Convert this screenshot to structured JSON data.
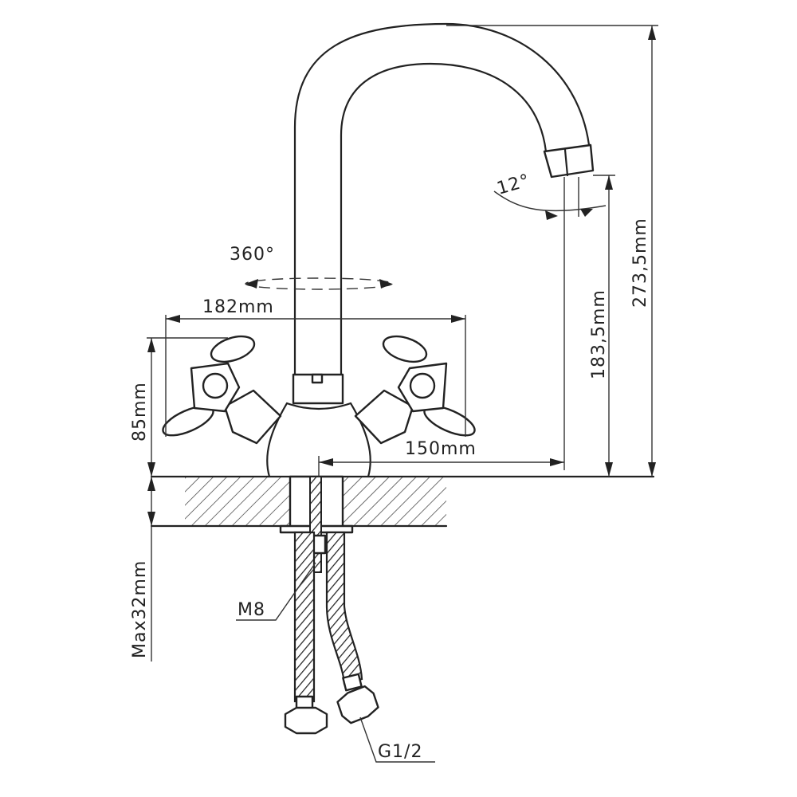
{
  "labels": {
    "rotation": "360°",
    "width": "182mm",
    "handle_height": "85mm",
    "reach": "150mm",
    "spout_height": "183,5mm",
    "total_height": "273,5mm",
    "spout_angle": "12°",
    "thread": "M8",
    "max_thickness": "Max32mm",
    "connector": "G1/2"
  },
  "colors": {
    "line": "#222222",
    "background": "#ffffff"
  }
}
